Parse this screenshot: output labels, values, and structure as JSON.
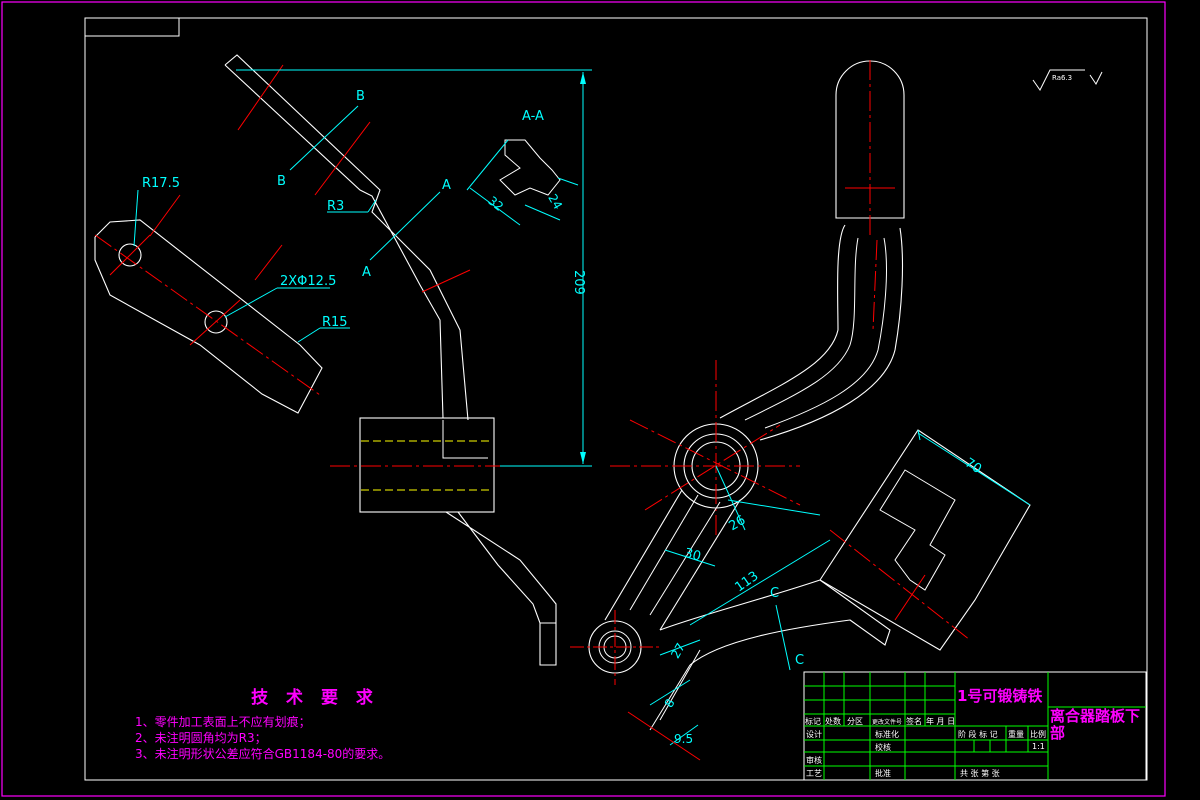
{
  "title_block": {
    "material": "1号可锻铸铁",
    "part_name": "离合器踏板下部",
    "scale": "1:1",
    "cells": {
      "row_header": [
        "标记",
        "处数",
        "分区",
        "更改文件号",
        "签名",
        "年 月 日"
      ],
      "design": "设计",
      "standardize": "标准化",
      "stage_mark": "阶 段 标 记",
      "weight": "重量",
      "ratio": "比例",
      "review": "审核",
      "process": "工艺",
      "approve": "批准",
      "check": "校核",
      "sheet_info": "共   张  第   张"
    }
  },
  "tech_requirements": {
    "title": "技 术 要 求",
    "items": [
      "1、零件加工表面上不应有划痕；",
      "2、未注明圆角均为R3；",
      "3、未注明形状公差应符合GB1184-80的要求。"
    ]
  },
  "dimensions": {
    "r17_5": "R17.5",
    "r3": "R3",
    "hole": "2XΦ12.5",
    "r15": "R15",
    "section": "A-A",
    "d32": "32",
    "d24": "24",
    "d209": "209",
    "d70": "70",
    "d26": "26",
    "d30": "30",
    "d113": "113",
    "d27": "27",
    "d8": "8",
    "d9_5": "9.5",
    "label_a": "A",
    "label_b": "B",
    "label_c": "C",
    "roughness": "Ra6.3"
  },
  "colors": {
    "outline": "#ffffff",
    "center": "#ff0000",
    "dimension": "#00ffff",
    "hidden": "#ffff00",
    "text": "#ff00ff",
    "table": "#00ff00",
    "border": "#ff00ff"
  }
}
